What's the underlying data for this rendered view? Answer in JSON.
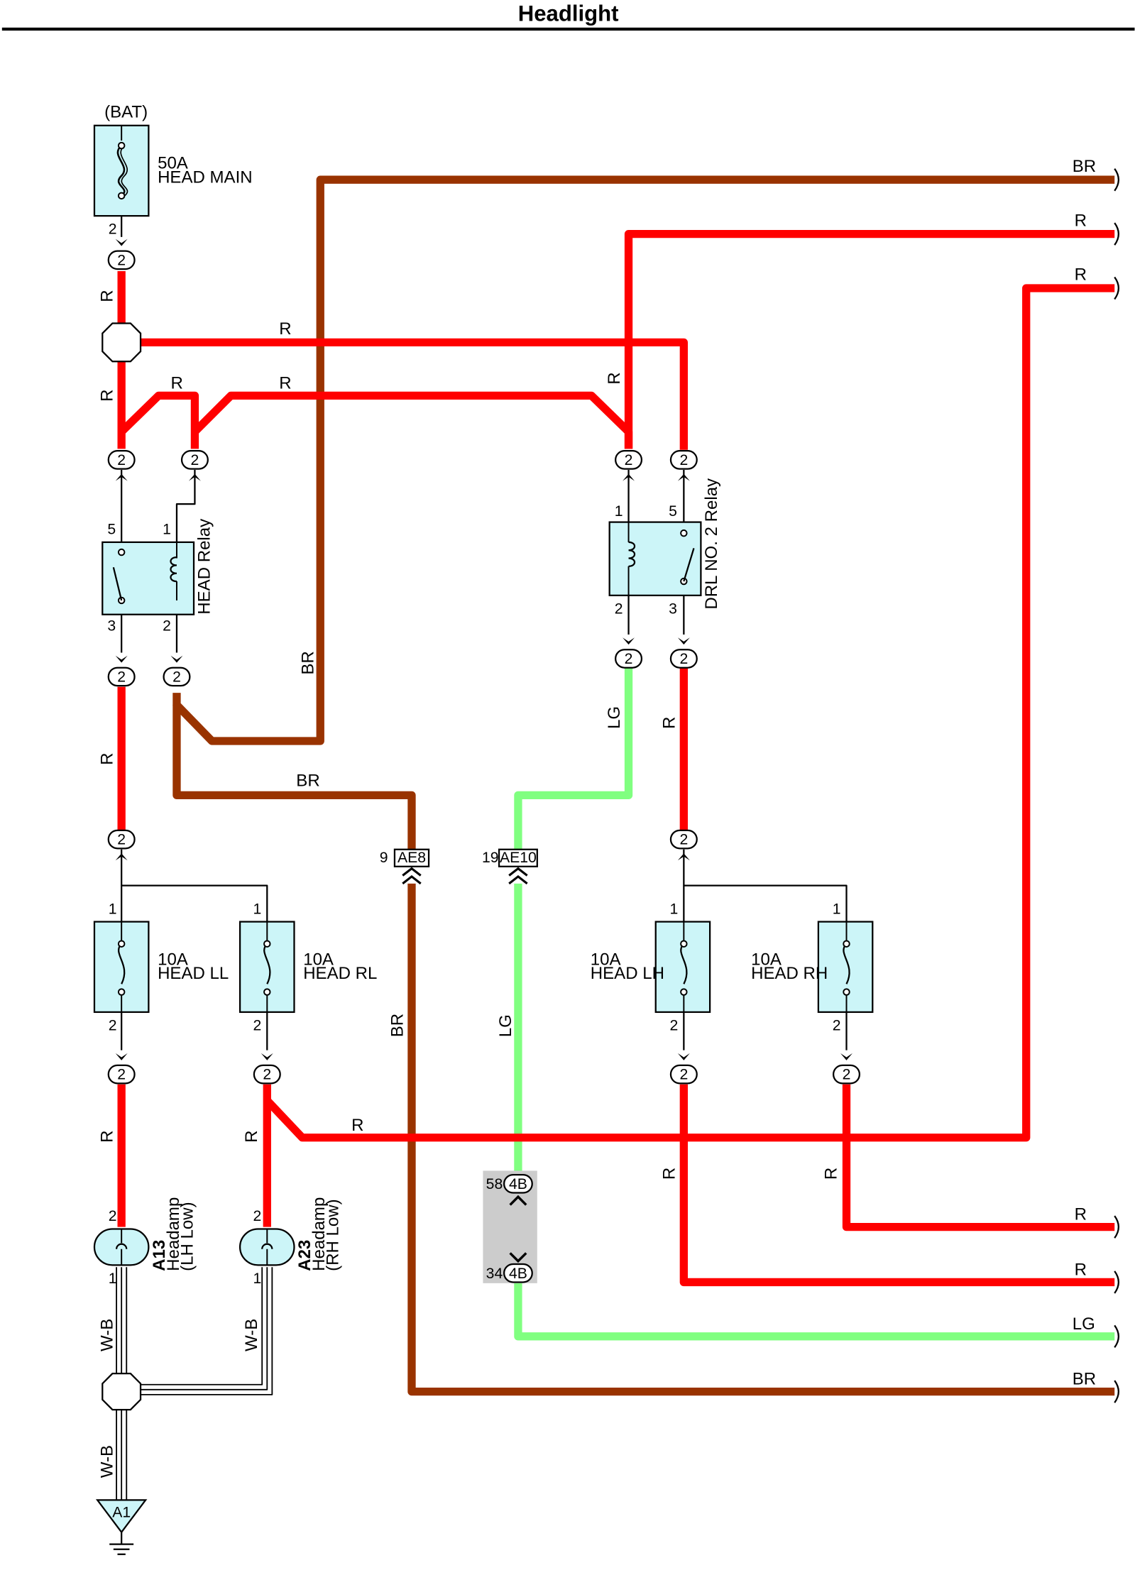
{
  "title": "Headlight",
  "colors": {
    "R": "#ff0000",
    "BR": "#993300",
    "LG": "#80ff80",
    "WB": "#000000",
    "component_fill": "#ccf5f8"
  },
  "battery": {
    "label": "(BAT)",
    "fuse_rating": "50A",
    "fuse_name": "HEAD MAIN"
  },
  "relays": {
    "head": {
      "name": "HEAD Relay"
    },
    "drl": {
      "name": "DRL NO. 2 Relay"
    }
  },
  "fuses": {
    "head_ll": {
      "rating": "10A",
      "name": "HEAD LL"
    },
    "head_rl": {
      "rating": "10A",
      "name": "HEAD RL"
    },
    "head_lh": {
      "rating": "10A",
      "name": "HEAD LH"
    },
    "head_rh": {
      "rating": "10A",
      "name": "HEAD RH"
    }
  },
  "lamps": {
    "a13": {
      "code": "A13",
      "name": "Headamp",
      "desc": "(LH Low)"
    },
    "a23": {
      "code": "A23",
      "name": "Headamp",
      "desc": "(RH Low)"
    }
  },
  "connectors": {
    "ae8": {
      "code": "AE8",
      "pin": "9"
    },
    "ae10": {
      "code": "AE10",
      "pin": "19"
    },
    "j4b_top": {
      "code": "4B",
      "pin": "58"
    },
    "j4b_bottom": {
      "code": "4B",
      "pin": "34"
    },
    "ground": {
      "code": "A1"
    }
  },
  "junction_code": "2",
  "wire_colors": {
    "red": "R",
    "brown": "BR",
    "light_green": "LG",
    "white_black": "W-B"
  },
  "pins": {
    "p1": "1",
    "p2": "2",
    "p3": "3",
    "p5": "5"
  }
}
